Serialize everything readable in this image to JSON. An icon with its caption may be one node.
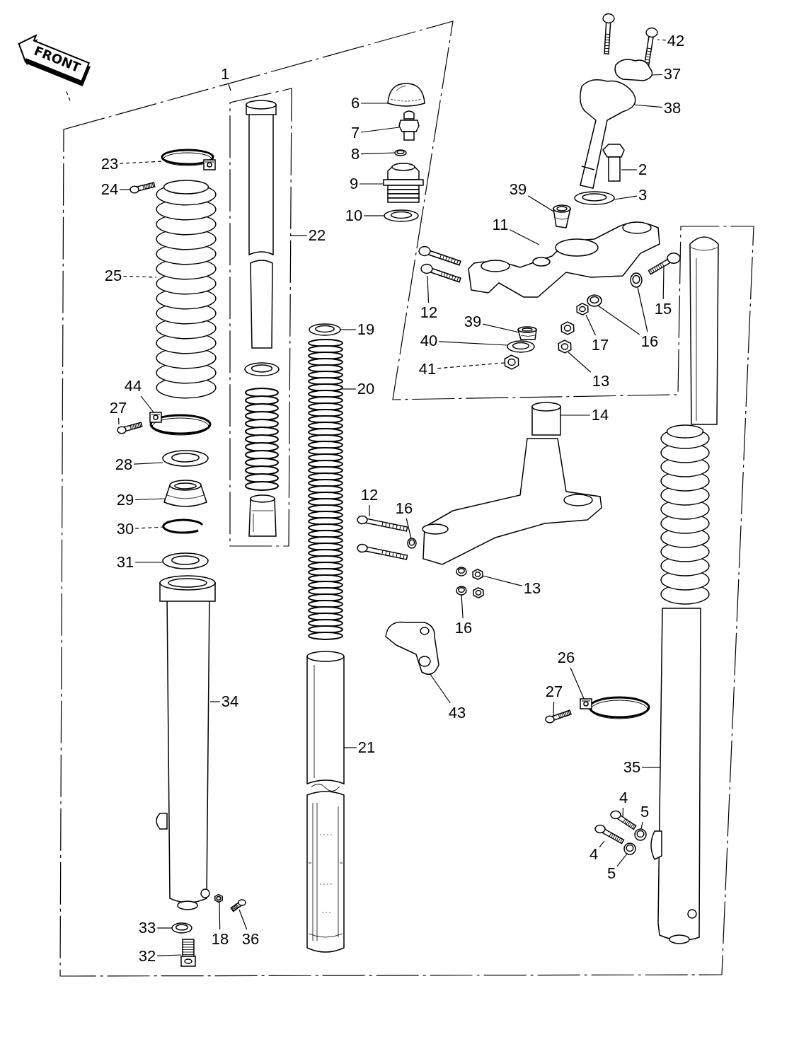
{
  "diagram": {
    "nodes": [
      {
        "text": [
          "FRONT"
        ]
      },
      {
        "text": [
          "1"
        ]
      },
      {
        "text": [
          "6"
        ]
      },
      {
        "text": [
          "7"
        ]
      },
      {
        "text": [
          "8"
        ]
      },
      {
        "text": [
          "9"
        ]
      },
      {
        "text": [
          "10"
        ]
      },
      {
        "text": [
          "42"
        ]
      },
      {
        "text": [
          "37"
        ]
      },
      {
        "text": [
          "38"
        ]
      },
      {
        "text": [
          "2"
        ]
      },
      {
        "text": [
          "3"
        ]
      },
      {
        "text": [
          "23"
        ]
      },
      {
        "text": [
          "24"
        ]
      },
      {
        "text": [
          "22"
        ]
      },
      {
        "text": [
          "39"
        ]
      },
      {
        "text": [
          "11"
        ]
      },
      {
        "text": [
          "25"
        ]
      },
      {
        "text": [
          "12"
        ]
      },
      {
        "text": [
          "15"
        ]
      },
      {
        "text": [
          "39"
        ]
      },
      {
        "text": [
          "16"
        ]
      },
      {
        "text": [
          "17"
        ]
      },
      {
        "text": [
          "40"
        ]
      },
      {
        "text": [
          "41"
        ]
      },
      {
        "text": [
          "13"
        ]
      },
      {
        "text": [
          "19"
        ]
      },
      {
        "text": [
          "20"
        ]
      },
      {
        "text": [
          "44"
        ]
      },
      {
        "text": [
          "27"
        ]
      },
      {
        "text": [
          "14"
        ]
      },
      {
        "text": [
          "28"
        ]
      },
      {
        "text": [
          "29"
        ]
      },
      {
        "text": [
          "30"
        ]
      },
      {
        "text": [
          "12"
        ]
      },
      {
        "text": [
          "16"
        ]
      },
      {
        "text": [
          "31"
        ]
      },
      {
        "text": [
          "13"
        ]
      },
      {
        "text": [
          "16"
        ]
      },
      {
        "text": [
          "43"
        ]
      },
      {
        "text": [
          "26"
        ]
      },
      {
        "text": [
          "27"
        ]
      },
      {
        "text": [
          "34"
        ]
      },
      {
        "text": [
          "21"
        ]
      },
      {
        "text": [
          "35"
        ]
      },
      {
        "text": [
          "4"
        ]
      },
      {
        "text": [
          "5"
        ]
      },
      {
        "text": [
          "4"
        ]
      },
      {
        "text": [
          "5"
        ]
      },
      {
        "text": [
          "33"
        ]
      },
      {
        "text": [
          "18"
        ]
      },
      {
        "text": [
          "36"
        ]
      },
      {
        "text": [
          "32"
        ]
      },
      {
        "text": [],
        "shape": "picture"
      },
      {
        "text": [],
        "shape": "picture"
      },
      {
        "text": [],
        "shape": "picture"
      },
      {
        "text": [],
        "shape": "picture"
      },
      {
        "text": [],
        "shape": "picture"
      },
      {
        "text": [],
        "shape": "picture"
      },
      {
        "text": [],
        "shape": "picture"
      },
      {
        "text": [],
        "shape": "picture"
      },
      {
        "text": [],
        "shape": "picture"
      },
      {
        "text": [],
        "shape": "picture"
      },
      {
        "text": [],
        "shape": "picture"
      },
      {
        "text": [],
        "shape": "picture"
      },
      {
        "text": [],
        "shape": "picture"
      },
      {
        "text": [],
        "shape": "picture"
      },
      {
        "text": [],
        "shape": "picture"
      },
      {
        "text": [],
        "shape": "picture"
      },
      {
        "text": [],
        "shape": "picture"
      },
      {
        "text": [],
        "shape": "picture"
      },
      {
        "text": [],
        "shape": "picture"
      },
      {
        "text": [],
        "shape": "picture"
      },
      {
        "text": [],
        "shape": "picture"
      },
      {
        "text": [],
        "shape": "picture"
      },
      {
        "text": [],
        "shape": "picture"
      },
      {
        "text": [],
        "shape": "picture"
      },
      {
        "text": [],
        "shape": "picture"
      },
      {
        "text": [],
        "shape": "picture"
      },
      {
        "text": [],
        "shape": "picture"
      },
      {
        "text": [],
        "shape": "picture"
      },
      {
        "text": [],
        "shape": "picture"
      },
      {
        "text": [],
        "shape": "picture"
      },
      {
        "text": [],
        "shape": "picture"
      },
      {
        "text": [],
        "shape": "picture"
      },
      {
        "text": [],
        "shape": "picture"
      },
      {
        "text": [],
        "shape": "picture"
      },
      {
        "text": [],
        "shape": "picture"
      },
      {
        "text": [],
        "shape": "picture"
      },
      {
        "text": [],
        "shape": "picture"
      },
      {
        "text": [],
        "shape": "picture"
      },
      {
        "text": [],
        "shape": "picture"
      },
      {
        "text": [],
        "shape": "picture"
      },
      {
        "text": [],
        "shape": "picture"
      },
      {
        "text": [],
        "shape": "picture"
      },
      {
        "text": [],
        "shape": "picture"
      },
      {
        "text": [],
        "shape": "picture"
      },
      {
        "text": [],
        "shape": "picture"
      },
      {
        "text": [],
        "shape": "picture"
      },
      {
        "text": [],
        "shape": "picture"
      },
      {
        "text": [],
        "shape": "picture"
      },
      {
        "text": [],
        "shape": "picture"
      },
      {
        "text": [],
        "shape": "picture"
      },
      {
        "text": [],
        "shape": "picture"
      },
      {
        "text": [],
        "shape": "picture"
      },
      {
        "text": [],
        "shape": "picture"
      },
      {
        "text": [],
        "shape": "picture"
      },
      {
        "text": [],
        "shape": "picture"
      },
      {
        "text": [],
        "shape": "picture"
      },
      {
        "text": [],
        "shape": "picture"
      },
      {
        "text": [],
        "shape": "picture"
      },
      {
        "text": [],
        "shape": "picture"
      },
      {
        "text": [],
        "shape": "picture"
      },
      {
        "text": [],
        "shape": "picture"
      },
      {
        "text": [],
        "shape": "picture"
      },
      {
        "text": [],
        "shape": "picture"
      }
    ],
    "edges": [
      {
        "from": 0,
        "to": null,
        "arrow": "none",
        "style": "dashed"
      },
      {
        "from": 1,
        "to": null,
        "arrow": "none"
      },
      {
        "from": 2,
        "to": 53,
        "arrow": "none"
      },
      {
        "from": 3,
        "to": 54,
        "arrow": "none"
      },
      {
        "from": 4,
        "to": 55,
        "arrow": "none"
      },
      {
        "from": 5,
        "to": 56,
        "arrow": "none"
      },
      {
        "from": 6,
        "to": 57,
        "arrow": "none"
      },
      {
        "from": 7,
        "to": 80,
        "arrow": "none",
        "style": "dashed"
      },
      {
        "from": 8,
        "to": 81,
        "arrow": "none"
      },
      {
        "from": 9,
        "to": 82,
        "arrow": "none"
      },
      {
        "from": 10,
        "to": 83,
        "arrow": "none"
      },
      {
        "from": 11,
        "to": 84,
        "arrow": "none"
      },
      {
        "from": 12,
        "to": 58,
        "arrow": "none",
        "style": "dashed"
      },
      {
        "from": 13,
        "to": 59,
        "arrow": "none"
      },
      {
        "from": 14,
        "to": null,
        "arrow": "none"
      },
      {
        "from": 15,
        "to": 85,
        "arrow": "none"
      },
      {
        "from": 16,
        "to": 86,
        "arrow": "none"
      },
      {
        "from": 17,
        "to": 60,
        "arrow": "none",
        "style": "dashed"
      },
      {
        "from": 18,
        "to": 88,
        "arrow": "none"
      },
      {
        "from": 19,
        "to": 89,
        "arrow": "none"
      },
      {
        "from": 20,
        "to": 95,
        "arrow": "none"
      },
      {
        "from": 21,
        "to": 90,
        "arrow": "none"
      },
      {
        "from": 22,
        "to": 92,
        "arrow": "none"
      },
      {
        "from": 23,
        "to": 96,
        "arrow": "none"
      },
      {
        "from": 24,
        "to": 97,
        "arrow": "none",
        "style": "dashed"
      },
      {
        "from": 25,
        "to": 94,
        "arrow": "none"
      },
      {
        "from": 26,
        "to": 76,
        "arrow": "none"
      },
      {
        "from": 27,
        "to": 77,
        "arrow": "none"
      },
      {
        "from": 28,
        "to": 61,
        "arrow": "none"
      },
      {
        "from": 29,
        "to": 62,
        "arrow": "none"
      },
      {
        "from": 30,
        "to": 98,
        "arrow": "none"
      },
      {
        "from": 31,
        "to": 63,
        "arrow": "none"
      },
      {
        "from": 32,
        "to": 64,
        "arrow": "none"
      },
      {
        "from": 33,
        "to": 65,
        "arrow": "none",
        "style": "dashed"
      },
      {
        "from": 34,
        "to": 99,
        "arrow": "none"
      },
      {
        "from": 35,
        "to": 101,
        "arrow": "none"
      },
      {
        "from": 36,
        "to": 66,
        "arrow": "none"
      },
      {
        "from": 37,
        "to": 103,
        "arrow": "none"
      },
      {
        "from": 38,
        "to": 104,
        "arrow": "none"
      },
      {
        "from": 39,
        "to": 106,
        "arrow": "none"
      },
      {
        "from": 40,
        "to": 107,
        "arrow": "none"
      },
      {
        "from": 41,
        "to": 108,
        "arrow": "none"
      },
      {
        "from": 42,
        "to": 67,
        "arrow": "none"
      },
      {
        "from": 43,
        "to": 78,
        "arrow": "none"
      },
      {
        "from": 44,
        "to": 109,
        "arrow": "none"
      },
      {
        "from": 45,
        "to": 111,
        "arrow": "none"
      },
      {
        "from": 46,
        "to": 113,
        "arrow": "none"
      },
      {
        "from": 47,
        "to": 112,
        "arrow": "none"
      },
      {
        "from": 48,
        "to": 114,
        "arrow": "none"
      },
      {
        "from": 49,
        "to": 70,
        "arrow": "none"
      },
      {
        "from": 50,
        "to": 68,
        "arrow": "none"
      },
      {
        "from": 51,
        "to": 69,
        "arrow": "none"
      },
      {
        "from": 52,
        "to": 71,
        "arrow": "none"
      },
      {
        "from": 21,
        "to": 91,
        "arrow": "none"
      }
    ]
  }
}
